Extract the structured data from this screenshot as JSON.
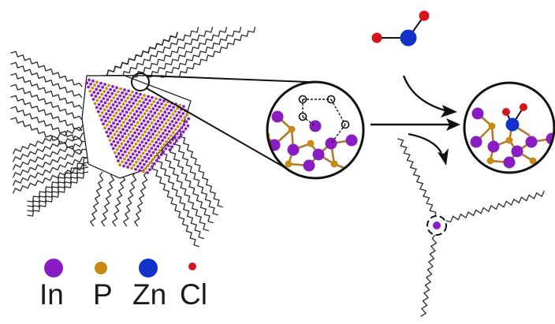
{
  "legend": {
    "items": [
      {
        "key": "in",
        "label": "In",
        "color": "#8a1cc4",
        "icon": "indium-atom-sphere"
      },
      {
        "key": "p",
        "label": "P",
        "color": "#c98a14",
        "icon": "phosphorus-atom-sphere"
      },
      {
        "key": "zn",
        "label": "Zn",
        "color": "#1233c9",
        "icon": "zinc-atom-sphere"
      },
      {
        "key": "cl",
        "label": "Cl",
        "color": "#d6151b",
        "icon": "chlorine-atom-sphere"
      }
    ]
  },
  "colors": {
    "ligand": "#2a2a2a",
    "outline": "#111111",
    "bond": "#b07a30",
    "background": "#ffffff"
  },
  "icons": [
    "nanocrystal-tetrahedron",
    "surface-zoom-circle",
    "zncl2-molecule",
    "reaction-arrow",
    "product-surface-circle",
    "indium-complex"
  ]
}
